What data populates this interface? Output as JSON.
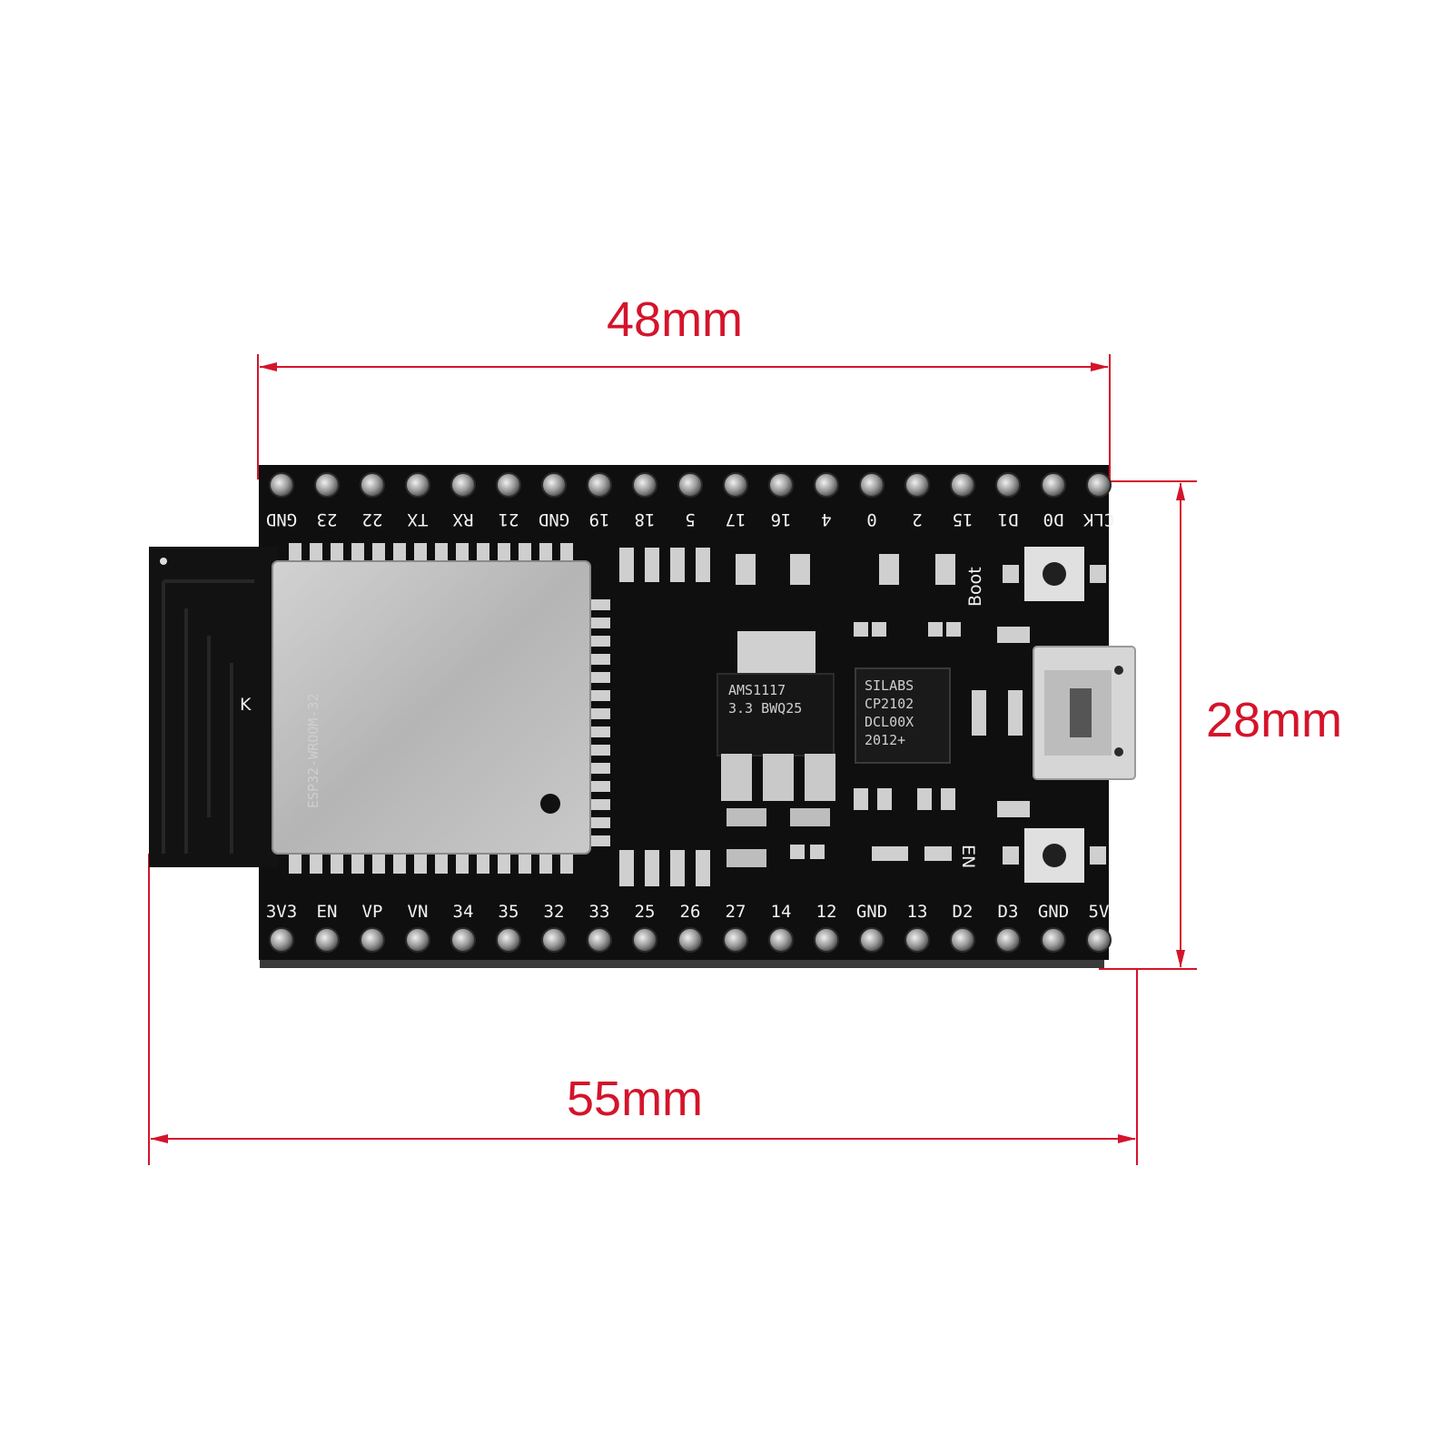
{
  "dimensions": {
    "top_width": "48mm",
    "bottom_width": "55mm",
    "height": "28mm"
  },
  "pins_top": [
    "GND",
    "23",
    "22",
    "TX",
    "RX",
    "21",
    "GND",
    "19",
    "18",
    "5",
    "17",
    "16",
    "4",
    "0",
    "2",
    "15",
    "D1",
    "D0",
    "CLK"
  ],
  "pins_bottom": [
    "3V3",
    "EN",
    "VP",
    "VN",
    "34",
    "35",
    "32",
    "33",
    "25",
    "26",
    "27",
    "14",
    "12",
    "GND",
    "13",
    "D2",
    "D3",
    "GND",
    "5V"
  ],
  "module_text": [
    "ESP32-WROOM-32"
  ],
  "regulator_text": [
    "AMS1117",
    "3.3  BWQ25"
  ],
  "usb_chip_text": [
    "SILABS",
    "CP2102",
    "DCL00X",
    "2012+"
  ],
  "silkscreen": {
    "boot": "Boot",
    "en": "EN",
    "antenna_mark": "K"
  },
  "colors": {
    "dimension": "#d4142b",
    "board": "#0f0f10",
    "shield": "#bdbdbd",
    "pad": "#cfcfcf"
  }
}
